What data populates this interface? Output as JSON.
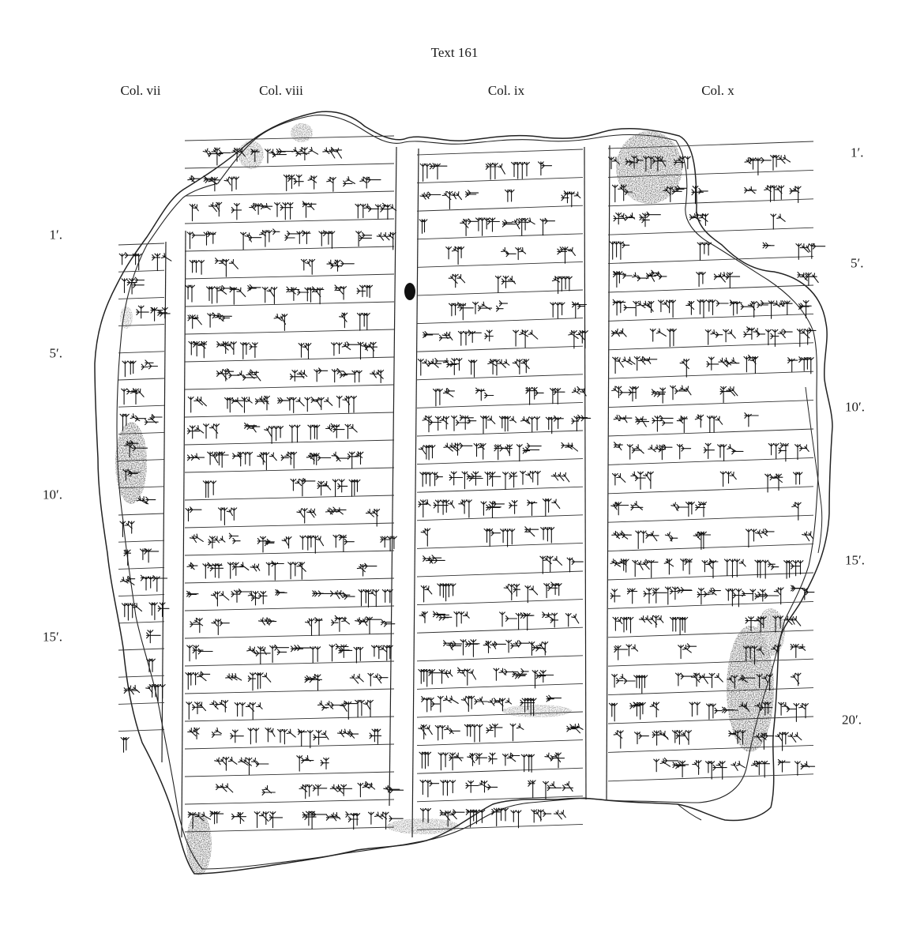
{
  "title": "Text 161",
  "columns": [
    {
      "label": "Col. vii"
    },
    {
      "label": "Col. viii"
    },
    {
      "label": "Col. ix"
    },
    {
      "label": "Col. x"
    }
  ],
  "left_line_numbers": [
    "1′.",
    "5′.",
    "10′.",
    "15′."
  ],
  "right_line_numbers": [
    "1′.",
    "5′.",
    "10′.",
    "15′.",
    "20′."
  ]
}
